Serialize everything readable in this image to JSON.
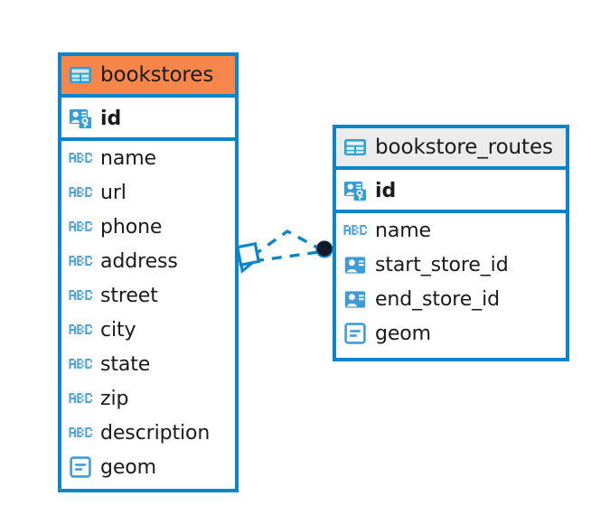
{
  "diagram": {
    "type": "entity-relationship-diagram",
    "background": "#ffffff",
    "accent_blue": "#0a85cc",
    "header_orange": "#f6864a",
    "header_grey": "#ececec",
    "text_color": "#1a1a1a"
  },
  "entities": [
    {
      "id": "bookstores",
      "name": "bookstores",
      "header_color": "#f6864a",
      "header_icon": "table-icon",
      "fields": [
        {
          "name": "id",
          "icon": "primary-key-icon",
          "key": true
        },
        {
          "name": "name",
          "icon": "abc-text-icon",
          "key": false
        },
        {
          "name": "url",
          "icon": "abc-text-icon",
          "key": false
        },
        {
          "name": "phone",
          "icon": "abc-text-icon",
          "key": false
        },
        {
          "name": "address",
          "icon": "abc-text-icon",
          "key": false
        },
        {
          "name": "street",
          "icon": "abc-text-icon",
          "key": false
        },
        {
          "name": "city",
          "icon": "abc-text-icon",
          "key": false
        },
        {
          "name": "state",
          "icon": "abc-text-icon",
          "key": false
        },
        {
          "name": "zip",
          "icon": "abc-text-icon",
          "key": false
        },
        {
          "name": "description",
          "icon": "abc-text-icon",
          "key": false
        },
        {
          "name": "geom",
          "icon": "geometry-icon",
          "key": false
        }
      ]
    },
    {
      "id": "bookstore_routes",
      "name": "bookstore_routes",
      "header_color": "#ececec",
      "header_icon": "table-icon",
      "fields": [
        {
          "name": "id",
          "icon": "primary-key-icon",
          "key": true
        },
        {
          "name": "name",
          "icon": "abc-text-icon",
          "key": false
        },
        {
          "name": "start_store_id",
          "icon": "foreign-key-icon",
          "key": false
        },
        {
          "name": "end_store_id",
          "icon": "foreign-key-icon",
          "key": false
        },
        {
          "name": "geom",
          "icon": "geometry-icon",
          "key": false
        }
      ]
    }
  ],
  "relationships": [
    {
      "id": "start-store-relation",
      "from_entity": "bookstore_routes",
      "to_entity": "bookstores",
      "from_marker": "filled-circle",
      "to_marker": "diamond-crowsfoot",
      "line_style": "dashed",
      "color": "#0a85cc"
    },
    {
      "id": "end-store-relation",
      "from_entity": "bookstore_routes",
      "to_entity": "bookstores",
      "from_marker": "filled-circle",
      "to_marker": "diamond-crowsfoot",
      "line_style": "dashed",
      "color": "#0a85cc"
    }
  ]
}
